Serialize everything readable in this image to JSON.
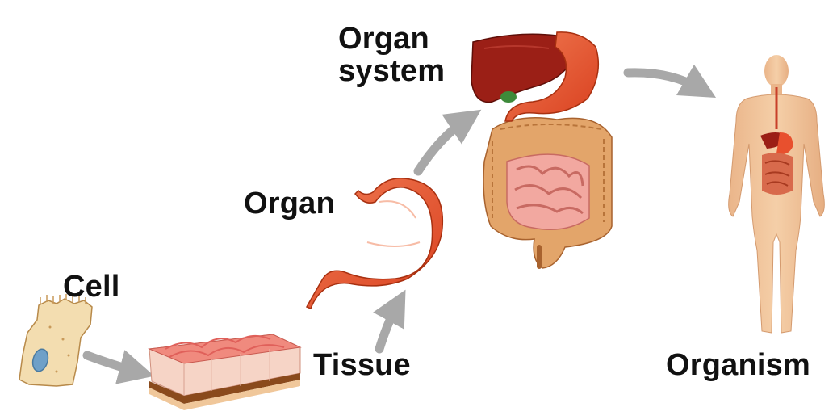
{
  "labels": {
    "cell": "Cell",
    "tissue": "Tissue",
    "organ": "Organ",
    "organ_system_line1": "Organ",
    "organ_system_line2": "system",
    "organism": "Organism"
  },
  "icons": {
    "cell": "epithelial-cell-icon",
    "tissue": "tissue-block-icon",
    "organ": "stomach-icon",
    "organ_system": "digestive-system-icon",
    "organism": "human-body-icon",
    "arrow": "curved-arrow-icon"
  },
  "colors": {
    "cell_fill": "#f3ddb0",
    "tissue_top": "#f08a7e",
    "stomach": "#e8502e",
    "liver": "#9b1f16",
    "intestine": "#e3a56a",
    "skin": "#f2c49b",
    "arrow": "#a8a8a8",
    "label": "#111111"
  }
}
